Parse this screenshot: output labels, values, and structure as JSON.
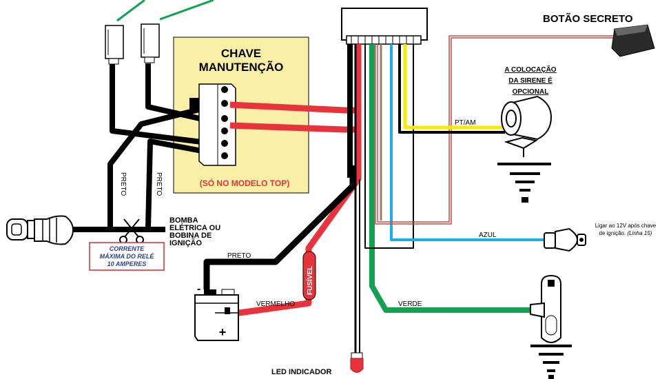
{
  "labels": {
    "secret_button": "BOTÃO SECRETO",
    "maintenance_line1": "CHAVE",
    "maintenance_line2": "MANUTENÇÃO",
    "top_model_only": "(SÓ NO MODELO TOP)",
    "siren_line1": "A COLOCAÇÃO",
    "siren_line2": "DA SIRENE É",
    "siren_line3": "OPCIONAL",
    "pt_am": "PT/AM",
    "preto_left1": "PRETO",
    "preto_left2": "PRETO",
    "preto_battery": "PRETO",
    "vermelho": "VERMELHO",
    "fusivel": "FUSÍVEL",
    "azul": "AZUL",
    "verde": "VERDE",
    "bomba_line1": "BOMBA",
    "bomba_line2": "ELÉTRICA OU",
    "bomba_line3": "BOBINA DE",
    "bomba_line4": "IGNIÇÃO",
    "corrente_line1": "CORRENTE",
    "corrente_line2": "MÁXIMA DO RELÉ",
    "corrente_line3": "10 AMPERES",
    "ignition_note_line1": "Ligar ao 12V após chave",
    "ignition_note_line2a": "de ignição. ",
    "ignition_note_line2b": "(Linha 15)",
    "led_indicator": "LED INDICADOR",
    "battery_minus": "-",
    "battery_plus": "+"
  },
  "colors": {
    "wire_black": "#000000",
    "wire_red": "#e8323c",
    "wire_green": "#12a150",
    "wire_blue": "#19aee6",
    "wire_yellow": "#ffe800",
    "wire_brown": "#9b7a6a",
    "maintenance_panel": "#f9efa6",
    "note_blue": "#2a3d92",
    "note_border": "#d62b2b"
  }
}
